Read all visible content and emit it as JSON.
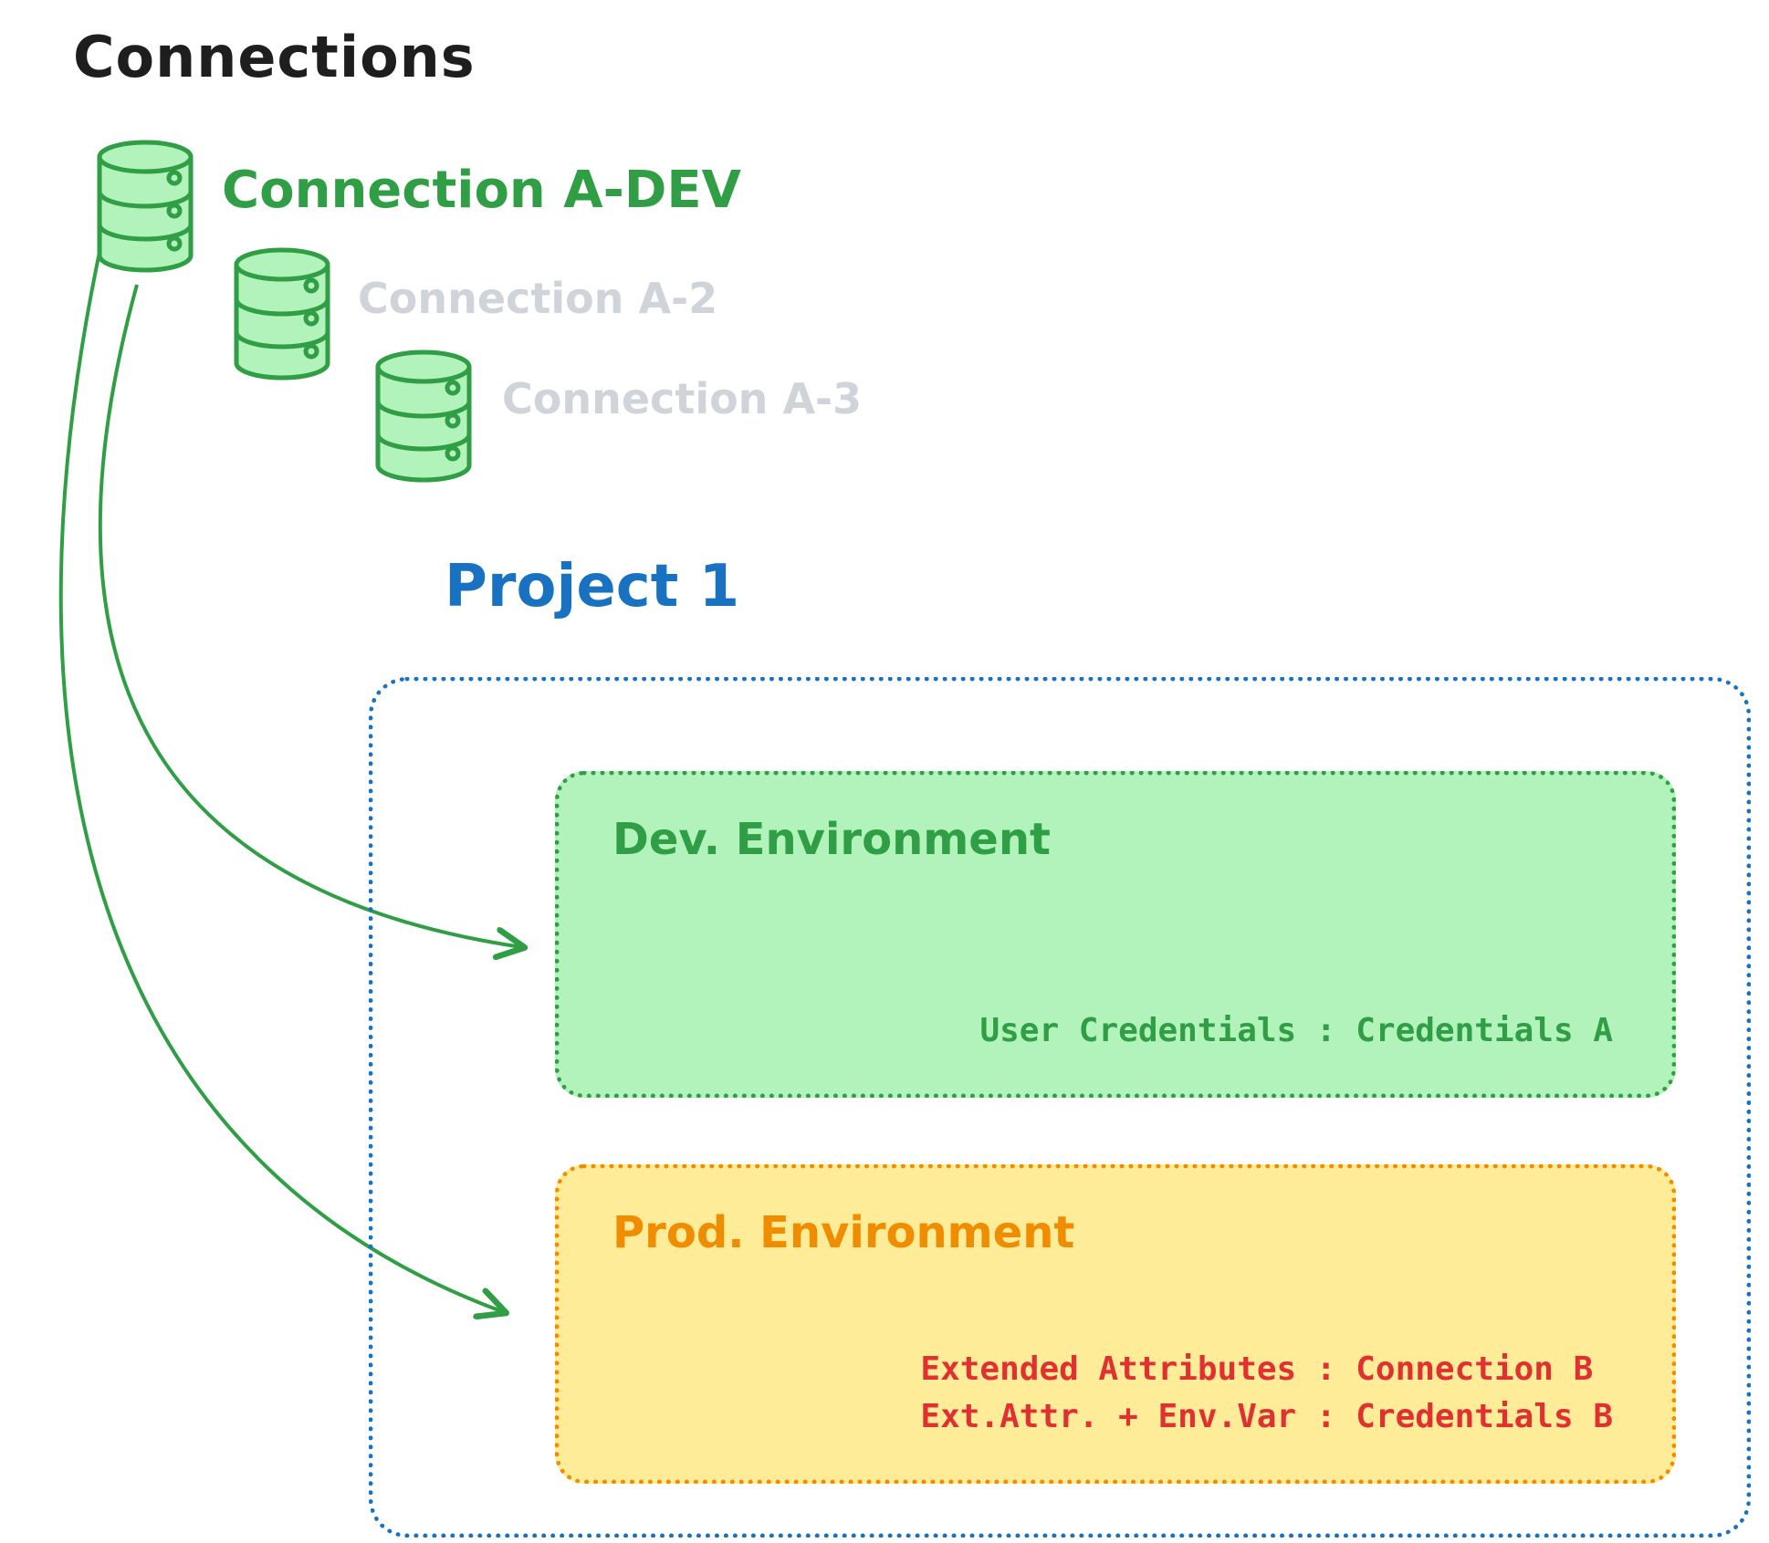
{
  "title": "Connections",
  "connections": [
    {
      "label": "Connection A-DEV",
      "state": "active"
    },
    {
      "label": "Connection A-2",
      "state": "inactive"
    },
    {
      "label": "Connection A-3",
      "state": "inactive"
    }
  ],
  "project": {
    "title": "Project 1",
    "environments": [
      {
        "name": "Dev. Environment",
        "details": [
          "User Credentials : Credentials A"
        ]
      },
      {
        "name": "Prod. Environment",
        "details": [
          "Extended Attributes : Connection B",
          "Ext.Attr. + Env.Var : Credentials B"
        ]
      }
    ]
  },
  "colors": {
    "green": "#2f9e44",
    "green_fill": "#b2f2bb",
    "blue": "#1971c2",
    "orange": "#f08c00",
    "orange_fill": "#ffec99",
    "red": "#e03131",
    "inactive_gray": "#ced4da",
    "text": "#1e1e1e"
  }
}
